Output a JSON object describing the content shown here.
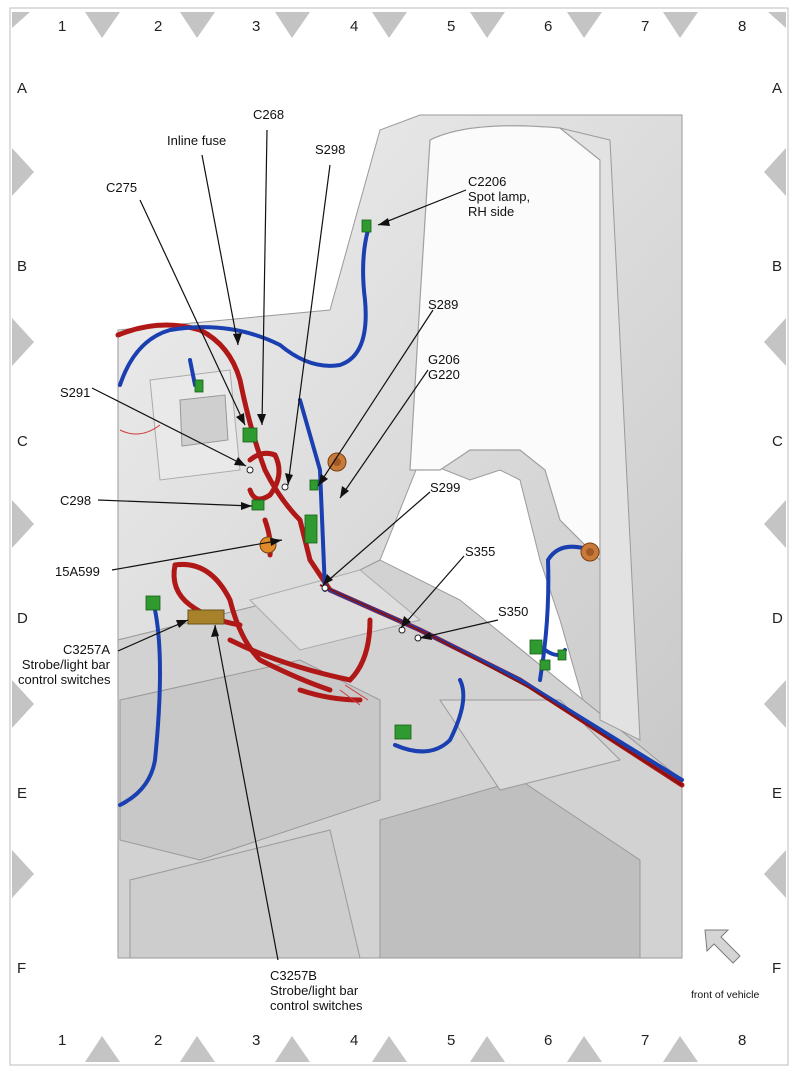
{
  "grid": {
    "columns": [
      "1",
      "2",
      "3",
      "4",
      "5",
      "6",
      "7",
      "8"
    ],
    "rows": [
      "A",
      "B",
      "C",
      "D",
      "E",
      "F"
    ]
  },
  "callouts": {
    "inline_fuse": "Inline fuse",
    "c268": "C268",
    "s298": "S298",
    "c275": "C275",
    "c2206": "C2206\nSpot lamp,\nRH side",
    "s289": "S289",
    "g206_g220": "G206\nG220",
    "s291": "S291",
    "s299": "S299",
    "c298": "C298",
    "15a599": "15A599",
    "s355": "S355",
    "s350": "S350",
    "c3257a": "C3257A\nStrobe/light bar\ncontrol switches",
    "c3257b": "C3257B\nStrobe/light bar\ncontrol switches",
    "front_of_vehicle": "front of vehicle"
  },
  "colors": {
    "harness_red": "#b01818",
    "harness_blue": "#1a3fb0",
    "connector_green": "#2f9a2f",
    "ground_orange": "#c87a3a",
    "frame_border": "#bdbdbd",
    "body_gray": "#d8d8d8"
  },
  "icons": {
    "front_arrow": "arrow-up-left-icon"
  }
}
